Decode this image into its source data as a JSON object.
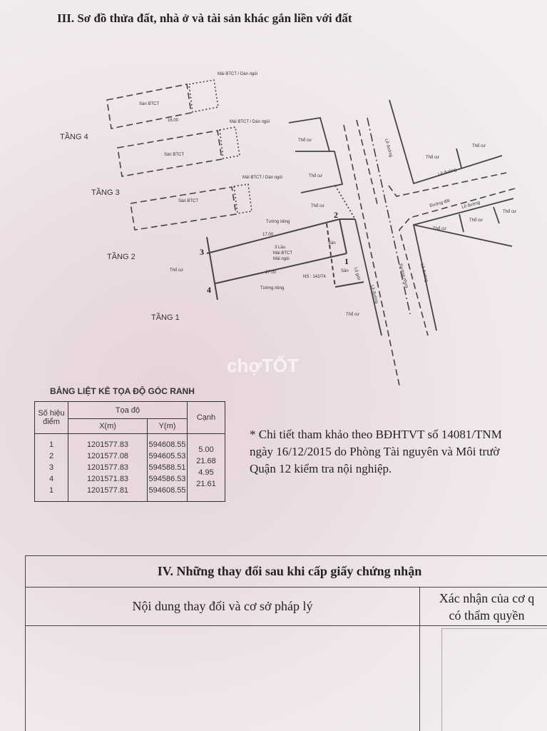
{
  "section3": {
    "title": "III. Sơ đồ thửa đất, nhà ở và tài sản khác gắn liền với đất",
    "floors": [
      "TẦNG 4",
      "TẦNG 3",
      "TẦNG 2",
      "TẦNG 1"
    ],
    "labels": {
      "roof_tile": "Mái BTCT / Dán ngói",
      "san_btct": "Sàn BTCT",
      "main_house": "3 Lầu",
      "main_roof": "Mái BTCT",
      "main_tile": "Mái ngói",
      "house_no": "NS : 142/74",
      "san": "Sân",
      "tho_cu": "Thổ cư",
      "le_duong": "Lề đường",
      "duong_dat": "Đường đất",
      "duong_nhua": "Đường nhựa",
      "lo_gioi": "Lộ giới",
      "tuong_rieng": "Tường riêng",
      "len_17": "17.00",
      "len_16": "16.00",
      "point_1": "1",
      "point_2": "2",
      "point_3": "3",
      "point_4": "4"
    },
    "watermark": "chợTỐT"
  },
  "coord_table": {
    "title": "BẢNG LIỆT KÊ TỌA ĐỘ GÓC RANH",
    "headers": {
      "point": "Số hiệu điểm",
      "coords": "Tọa độ",
      "x": "X(m)",
      "y": "Y(m)",
      "edge": "Cạnh"
    },
    "rows": [
      {
        "point": "1",
        "x": "1201577.83",
        "y": "594608.55"
      },
      {
        "point": "2",
        "x": "1201577.08",
        "y": "594605.53"
      },
      {
        "point": "3",
        "x": "1201577.83",
        "y": "594588.51"
      },
      {
        "point": "4",
        "x": "1201571.83",
        "y": "594586.53"
      },
      {
        "point": "1",
        "x": "1201577.81",
        "y": "594608.55"
      }
    ],
    "edges": [
      "5.00",
      "21.68",
      "4.95",
      "21.61"
    ]
  },
  "note": {
    "line1": "* Chi tiết tham khảo theo BĐHTVT số  14081/TNM",
    "line2": "ngày 16/12/2015 do Phòng Tài nguyên và Môi trườ",
    "line3": "Quận 12 kiểm tra nội nghiệp."
  },
  "section4": {
    "title": "IV. Những thay đổi sau khi cấp giấy chứng nhận",
    "col1": "Nội dung thay đổi và cơ sở pháp lý",
    "col2_line1": "Xác nhận của cơ q",
    "col2_line2": "có thẩm quyền"
  }
}
